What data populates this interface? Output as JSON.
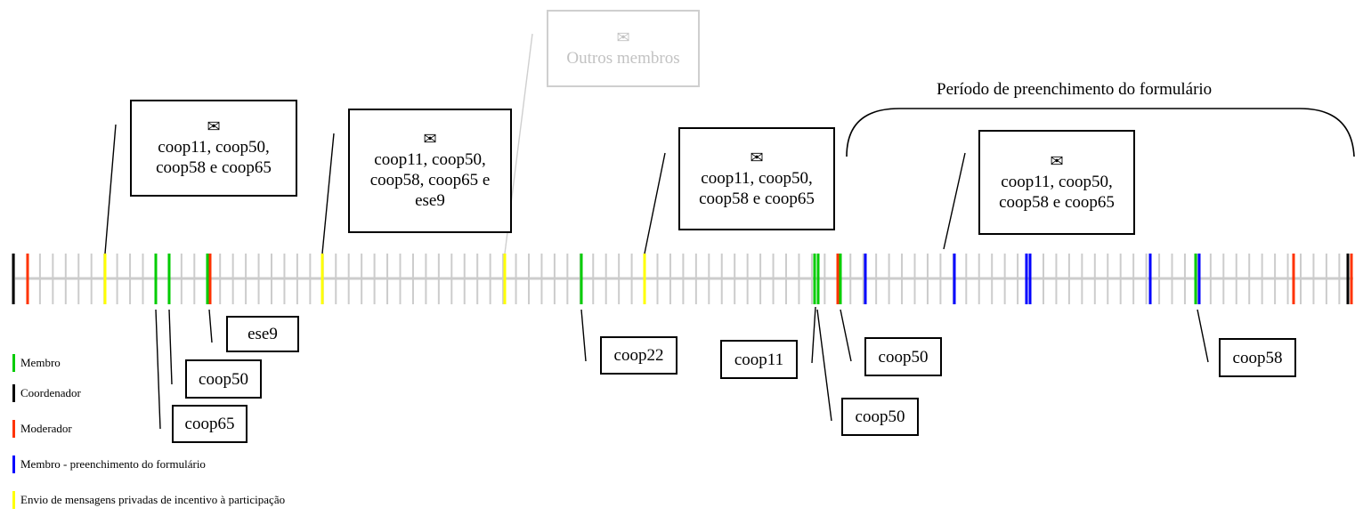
{
  "envelope_icon": "envelope-icon",
  "period_label": "Período de preenchimento do formulário",
  "message_boxes": [
    {
      "recipients": "coop11, coop50, coop58 e coop65",
      "lines": [
        "coop11, coop50,",
        "coop58 e coop65"
      ]
    },
    {
      "recipients": "coop11, coop50, coop58, coop65 e ese9",
      "lines": [
        "coop11, coop50,",
        "coop58, coop65 e",
        "ese9"
      ]
    },
    {
      "recipients": "Outros membros",
      "lines": [
        "Outros membros"
      ]
    },
    {
      "recipients": "coop11, coop50, coop58 e coop65",
      "lines": [
        "coop11, coop50,",
        "coop58 e coop65"
      ]
    },
    {
      "recipients": "coop11, coop50, coop58 e coop65",
      "lines": [
        "coop11, coop50,",
        "coop58 e coop65"
      ]
    }
  ],
  "member_labels": [
    "ese9",
    "coop50",
    "coop65",
    "coop22",
    "coop11",
    "coop50",
    "coop50",
    "coop58"
  ],
  "legend": [
    {
      "label": "Membro",
      "color": "#00cc00"
    },
    {
      "label": "Coordenador",
      "color": "#000000"
    },
    {
      "label": "Moderador",
      "color": "#ff3300"
    },
    {
      "label": "Membro - preenchimento do formulário",
      "color": "#0000ff"
    },
    {
      "label": "Envio de mensagens privadas de incentivo à participação",
      "color": "#ffff00"
    }
  ],
  "colors": {
    "membro": "#00cc00",
    "coordenador": "#000000",
    "moderador": "#ff3300",
    "preenchimento": "#0000ff",
    "incentivo": "#ffff00",
    "timeline": "#cccccc"
  }
}
